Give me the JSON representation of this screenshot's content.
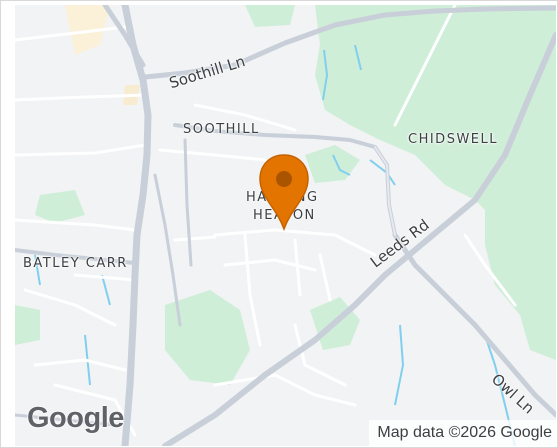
{
  "map": {
    "places": {
      "soothill": "SOOTHILL",
      "chidswell": "CHIDSWELL",
      "hanging_heaton_line1": "HANGING",
      "hanging_heaton_line2": "HEATON",
      "batley_carr": "BATLEY CARR"
    },
    "roads": {
      "soothill_ln": "Soothill Ln",
      "leeds_rd": "Leeds Rd",
      "owl_ln": "Owl Ln"
    },
    "marker": {
      "icon": "map-pin-icon",
      "color": "#e37400"
    },
    "logo_text": "Google",
    "attribution": "Map data ©2026 Google"
  },
  "colors": {
    "land": "#f1f3f4",
    "green": "#cfeed8",
    "water": "#80cff0",
    "major_road": "#c8cfd9",
    "minor_road": "#ffffff",
    "label": "#3c4043"
  }
}
